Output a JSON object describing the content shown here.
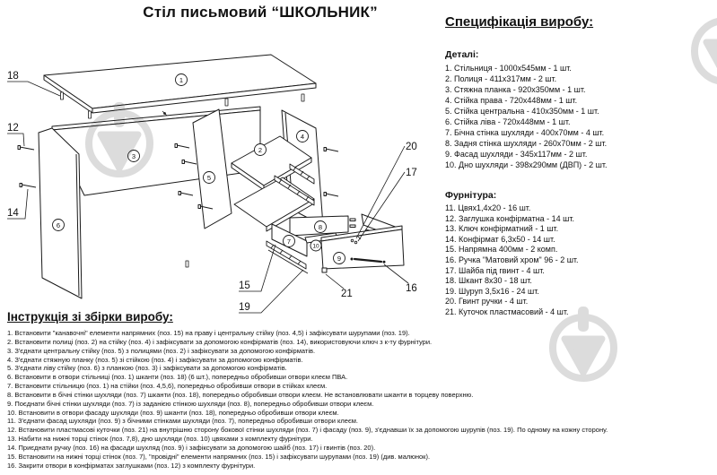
{
  "page": {
    "title": "Стіл письмовий “ШКОЛЬНИК”"
  },
  "spec": {
    "heading": "Специфікація виробу:",
    "details_heading": "Деталі:",
    "details": [
      "1. Стільниця - 1000х545мм - 1 шт.",
      "2. Полиця - 411х317мм - 2 шт.",
      "3. Стяжна планка - 920х350мм - 1 шт.",
      "4. Стійка права - 720х448мм - 1 шт.",
      "5. Стійка центральна - 410х350мм - 1 шт.",
      "6. Стійка ліва - 720х448мм - 1 шт.",
      "7. Бічна стінка шухляди - 400х70мм - 4 шт.",
      "8. Задня стінка шухляди - 260х70мм - 2 шт.",
      "9. Фасад шухляди - 345х117мм - 2 шт.",
      "10. Дно шухляди - 398х290мм (ДВП) - 2 шт."
    ],
    "hardware_heading": "Фурнітура:",
    "hardware": [
      "11. Цвях1,4х20 - 16 шт.",
      "12. Заглушка конфірматна - 14 шт.",
      "13. Ключ конфірматний - 1 шт.",
      "14. Конфірмат 6,3х50 - 14 шт.",
      "15. Напрямна 400мм - 2 комп.",
      "16. Ручка \"Матовий хром\" 96 - 2 шт.",
      "17. Шайба під гвинт - 4 шт.",
      "18. Шкант 8х30 - 18 шт.",
      "19. Шуруп 3,5х16 - 24 шт.",
      "20. Гвинт ручки - 4 шт.",
      "21. Куточок пластмасовий - 4 шт."
    ]
  },
  "instructions": {
    "heading": "Інструкція зі збірки виробу:",
    "steps": [
      "1. Встановити \"канавочні\" елементи напрямних (поз. 15) на праву і центральну стійку (поз. 4,5) і зафіксувати шурупами (поз. 19).",
      "2. Встановити полиці (поз. 2) на стійку (поз. 4) і зафіксувати за допомогою конфірматів (поз. 14), використовуючи ключ з к-ту фурнітури.",
      "3. З'єднати центральну стійку (поз. 5) з полицями (поз. 2) і зафіксувати за допомогою конфірматів.",
      "4. З'єднати стяжную планку (поз. 5) зі стійкою (поз. 4) і зафіксувати за допомогою конфірматів.",
      "5. З'єднати ліву стійку (поз. 6) з планкою (поз. 3) і зафіксувати за допомогою конфірматів.",
      "6. Встановити в отвори стільниці (поз. 1) шканти (поз. 18) (6 шт.), попередньо обробивши отвори клеєм ПВА.",
      "7. Встановити стільницю (поз. 1) на стійки (поз. 4,5,6), попередньо обробивши отвори в стійках клеєм.",
      "8. Встановити в бічні стінки шухляди (поз. 7) шканти (поз. 18), попередньо обробивши отвори клеєм. Не встановлювати шканти в торцеву поверхню.",
      "9. Поєднати бічні стінки шухляди (поз. 7) із заданією стінкою шухляди (поз. 8), попередньо обробивши отвори клеєм.",
      "10. Встановити в отвори фасаду шухляди (поз. 9) шканти (поз. 18), попередньо обробивши отвори клеєм.",
      "11. З'єднати фасад шухляди (поз. 9) з бічними стінками шухляди (поз. 7), попередньо обробивши отвори клеєм.",
      "12. Встановити пластмасові куточки (поз. 21) на внутрішню сторону бокової стінки шухляди (поз. 7) і фасаду (поз. 9), з'єднавши їх за допомогою шурупів (поз. 19). По одному на кожну сторону.",
      "13. Набити на нижні торці стінок (поз. 7,8), дно шухляди (поз. 10) цвяхами з комплекту фурнітури.",
      "14. Приєднати ручку (поз. 16) на фасади шухляд (поз. 9) і зафіксувати за допомогою шайб (поз. 17) і гвинтів (поз. 20).",
      "15. Встановити на нижні торці стінок (поз. 7), \"провідні\" елементи напрямних (поз. 15) і зафіксувати шурупами (поз. 19) (див. малюнок).",
      "16. Закрити отвори в конфірматах заглушками (поз. 12) з комплекту фурнітури."
    ]
  },
  "diagram": {
    "circled": {
      "c1": "1",
      "c2": "2",
      "c3": "3",
      "c4": "4",
      "c5": "5",
      "c6": "6",
      "c7": "7",
      "c8": "8",
      "c9": "9",
      "c10": "10"
    },
    "plain": {
      "n12": "12",
      "n14": "14",
      "n15": "15",
      "n16": "16",
      "n17": "17",
      "n18": "18",
      "n19": "19",
      "n20": "20",
      "n21": "21"
    }
  },
  "colors": {
    "line": "#1a1a1a",
    "watermark": "#dcdcdc"
  }
}
